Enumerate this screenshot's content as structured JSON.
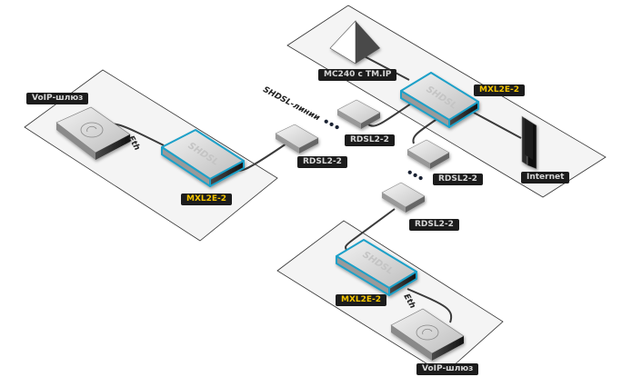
{
  "diagram": {
    "colors": {
      "zone_fill": "#f4f4f4",
      "zone_stroke": "#333333",
      "cable": "#3a3a3a",
      "mxl_outline": "#1ea0c8",
      "label_bg": "#1c1c1c",
      "label_text": "#d8d8d8",
      "label_highlight": "#f3c400"
    },
    "zones": [
      {
        "id": "left-site"
      },
      {
        "id": "central-site"
      },
      {
        "id": "bottom-site"
      }
    ],
    "nodes": {
      "voip_left": {
        "type": "voip-gateway",
        "label": "VoIP-шлюз"
      },
      "mxl_left": {
        "type": "shdsl-modem",
        "label": "MXL2E-2",
        "face_text": "SHDSL"
      },
      "rdsl_left": {
        "type": "repeater",
        "label": "RDSL2-2"
      },
      "mc240": {
        "type": "pyramid-server",
        "label": "MC240 с TM.IP"
      },
      "mxl_central": {
        "type": "shdsl-modem",
        "label": "MXL2E-2",
        "face_text": "SHDSL"
      },
      "rdsl_c1": {
        "type": "repeater",
        "label": "RDSL2-2"
      },
      "rdsl_c2": {
        "type": "repeater",
        "label": "RDSL2-2"
      },
      "rdsl_bottom": {
        "type": "repeater",
        "label": "RDSL2-2"
      },
      "internet": {
        "type": "firewall-book",
        "label": "Internet"
      },
      "mxl_bottom": {
        "type": "shdsl-modem",
        "label": "MXL2E-2",
        "face_text": "SHDSL"
      },
      "voip_bottom": {
        "type": "voip-gateway",
        "label": "VoIP-шлюз"
      }
    },
    "link_labels": {
      "eth_left": "Eth",
      "eth_bottom": "Eth",
      "shdsl_lines": "SHDSL-линии",
      "ellipsis": "•••"
    },
    "links": [
      {
        "from": "voip_left",
        "to": "mxl_left",
        "kind": "Eth"
      },
      {
        "from": "mxl_left",
        "to": "rdsl_left",
        "kind": "SHDSL"
      },
      {
        "from": "mc240",
        "to": "mxl_central",
        "kind": "Eth"
      },
      {
        "from": "mxl_central",
        "to": "internet",
        "kind": "Eth"
      },
      {
        "from": "rdsl_c1",
        "to": "mxl_central",
        "kind": "SHDSL"
      },
      {
        "from": "rdsl_c2",
        "to": "mxl_central",
        "kind": "SHDSL"
      },
      {
        "from": "rdsl_bottom",
        "to": "mxl_bottom",
        "kind": "SHDSL"
      },
      {
        "from": "mxl_bottom",
        "to": "voip_bottom",
        "kind": "Eth"
      }
    ]
  }
}
